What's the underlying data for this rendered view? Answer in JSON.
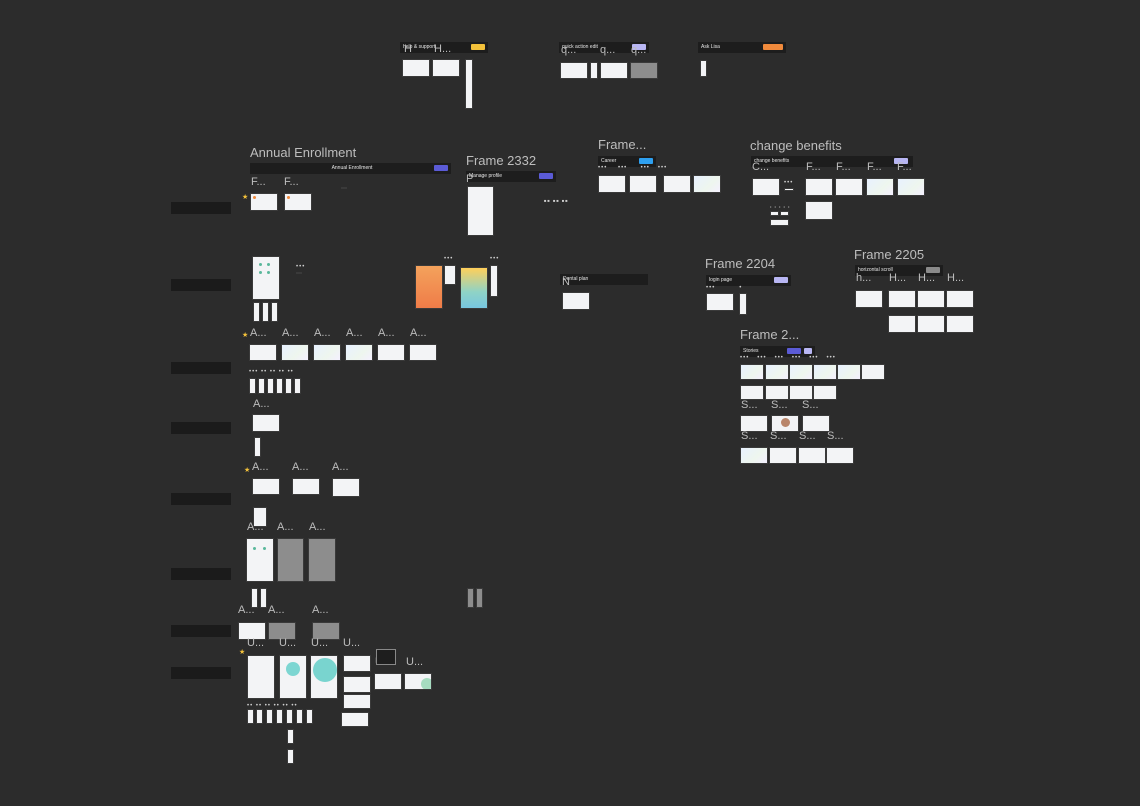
{
  "sections": {
    "annual_enrollment": {
      "title": "Annual Enrollment",
      "bar": "Annual Enrollment"
    },
    "frame_2332": {
      "title": "Frame 2332",
      "bar": "Manage profile",
      "sub": "P"
    },
    "frame_career": {
      "title": "Frame...",
      "bar": "Career"
    },
    "change_benefits": {
      "title": "change benefits",
      "bar": "change benefits",
      "sub": "C..."
    },
    "frame_2204": {
      "title": "Frame 2204",
      "bar": "login page"
    },
    "frame_2205": {
      "title": "Frame 2205",
      "bar": "horizontal scroll"
    },
    "frame_2_stories": {
      "title": "Frame 2...",
      "bar": "Stories"
    },
    "help_support": {
      "bar": "help & support"
    },
    "quick_action": {
      "bar": "quick action edit"
    },
    "ask_lisa": {
      "bar": "Ask Lisa"
    },
    "dental_plan": {
      "bar": "Dental plan",
      "sub": "N"
    }
  },
  "frame_labels": {
    "f": "F...",
    "a": "A...",
    "u": "U...",
    "h": "H...",
    "hs": "h...",
    "s": "S...",
    "q": "q...",
    "hh": "H"
  },
  "colors": {
    "canvas": "#2c2c2c",
    "accent_purple": "#5b5bd6",
    "accent_yellow": "#f3c13a",
    "accent_orange": "#f08a3c",
    "accent_blue": "#2ea0f0"
  }
}
